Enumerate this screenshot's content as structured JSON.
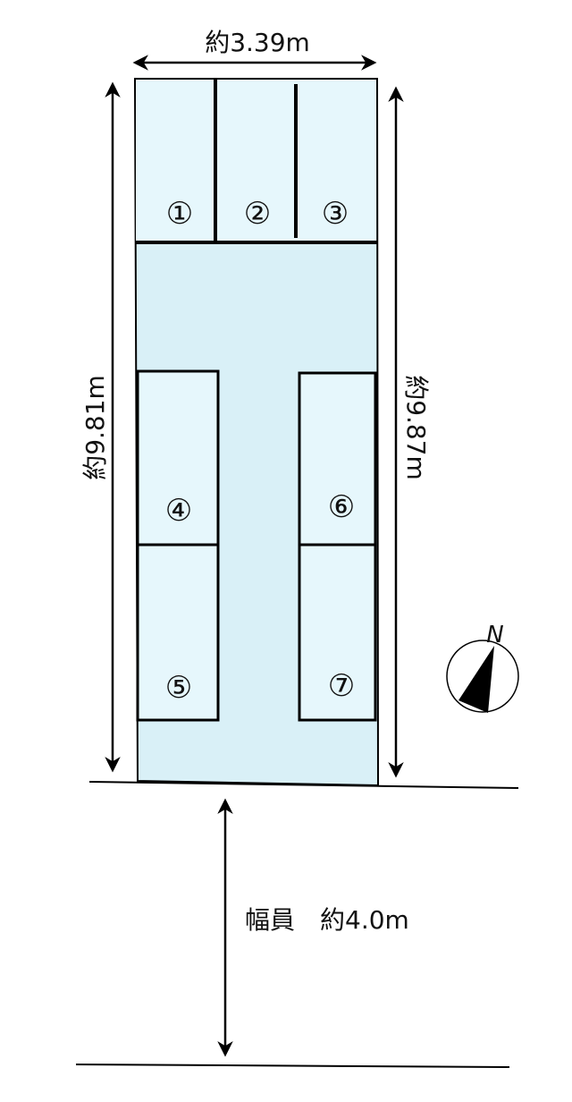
{
  "title": "Parking lot layout",
  "dimensions": {
    "width": "約3.39m",
    "left_length": "約9.81m",
    "right_length": "約9.87m",
    "road_width": "幅員　約4.0m"
  },
  "spaces": [
    "①",
    "②",
    "③",
    "④",
    "⑤",
    "⑥",
    "⑦"
  ],
  "compass": {
    "label": "N"
  },
  "colors": {
    "lot_fill": "#d9f0f7",
    "slot_fill": "#e6f7fc",
    "line": "#000000"
  }
}
